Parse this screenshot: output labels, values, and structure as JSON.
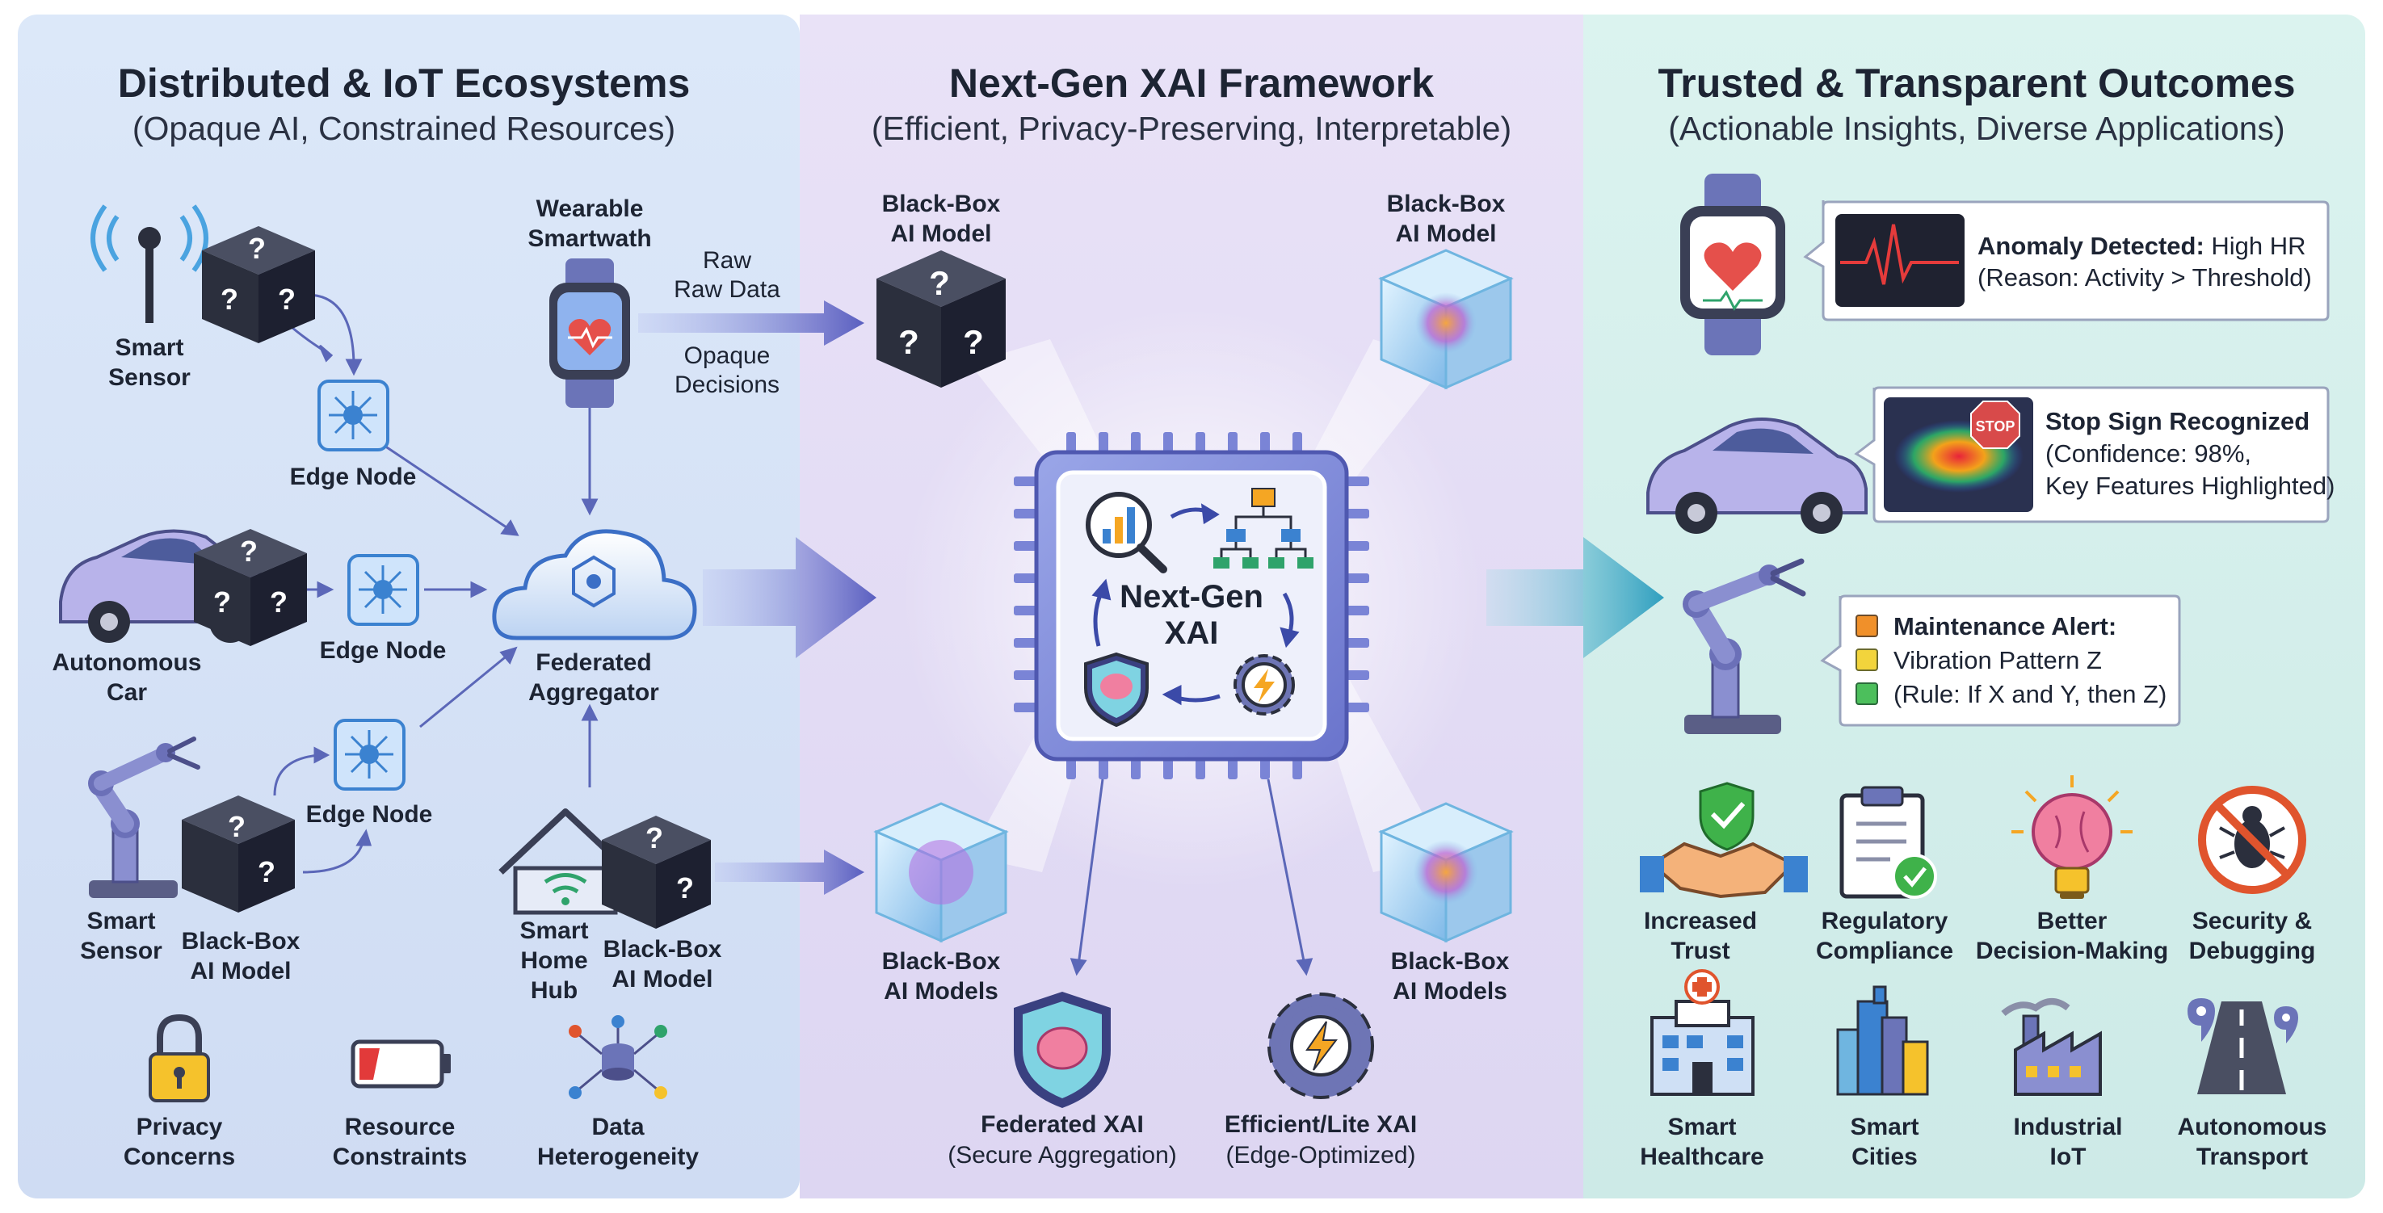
{
  "panels": {
    "left": {
      "title": "Distributed & IoT Ecosystems",
      "subtitle": "(Opaque AI, Constrained Resources)",
      "labels": {
        "smart_sensor_1": [
          "Smart",
          "Sensor"
        ],
        "edge_node_1": "Edge Node",
        "wearable": [
          "Wearable",
          "Smartwath"
        ],
        "raw_data": [
          "Raw",
          "Raw Data"
        ],
        "opaque": [
          "Opaque",
          "Decisions"
        ],
        "autonomous_car": [
          "Autonomous",
          "Car"
        ],
        "edge_node_2": "Edge Node",
        "federated_aggregator": [
          "Federated",
          "Aggregator"
        ],
        "edge_node_3": "Edge Node",
        "smart_sensor_2": [
          "Smart",
          "Sensor"
        ],
        "blackbox_1": [
          "Black-Box",
          "AI Model"
        ],
        "smart_home_hub": [
          "Smart",
          "Home",
          "Hub"
        ],
        "blackbox_2": [
          "Black-Box",
          "AI Model"
        ]
      },
      "challenges": [
        {
          "icon": "lock-icon",
          "label": [
            "Privacy",
            "Concerns"
          ]
        },
        {
          "icon": "low-battery-icon",
          "label": [
            "Resource",
            "Constraints"
          ]
        },
        {
          "icon": "data-network-icon",
          "label": [
            "Data",
            "Heterogeneity"
          ]
        }
      ]
    },
    "center": {
      "title": "Next-Gen XAI Framework",
      "subtitle": "(Efficient, Privacy-Preserving, Interpretable)",
      "labels": {
        "bb_tl": [
          "Black-Box",
          "AI Model"
        ],
        "bb_tr": [
          "Black-Box",
          "AI Model"
        ],
        "bb_bl": [
          "Black-Box",
          "AI Models"
        ],
        "bb_br": [
          "Black-Box",
          "AI Models"
        ],
        "chip": [
          "Next-Gen",
          "XAI"
        ],
        "federated_xai": [
          "Federated XAI",
          "(Secure Aggregation)"
        ],
        "efficient_xai": [
          "Efficient/Lite XAI",
          "(Edge-Optimized)"
        ]
      }
    },
    "right": {
      "title": "Trusted & Transparent Outcomes",
      "subtitle": "(Actionable Insights, Diverse Applications)",
      "callouts": {
        "anomaly": {
          "bold": "Anomaly Detected:",
          "rest": " High HR",
          "line2": "(Reason: Activity > Threshold)"
        },
        "stop": {
          "bold": "Stop Sign Recognized",
          "line2": "(Confidence: 98%,",
          "line3": "Key Features Highlighted)",
          "sign_text": "STOP"
        },
        "maintenance": {
          "bold": "Maintenance Alert:",
          "line2": "Vibration Pattern Z",
          "line3": "(Rule: If X and Y, then Z)"
        }
      },
      "benefits": [
        {
          "icon": "handshake-shield-icon",
          "label": [
            "Increased",
            "Trust"
          ]
        },
        {
          "icon": "clipboard-check-icon",
          "label": [
            "Regulatory",
            "Compliance"
          ]
        },
        {
          "icon": "brain-bulb-icon",
          "label": [
            "Better",
            "Decision-Making"
          ]
        },
        {
          "icon": "no-bug-icon",
          "label": [
            "Security &",
            "Debugging"
          ]
        }
      ],
      "applications": [
        {
          "icon": "hospital-icon",
          "label": [
            "Smart",
            "Healthcare"
          ]
        },
        {
          "icon": "city-icon",
          "label": [
            "Smart",
            "Cities"
          ]
        },
        {
          "icon": "factory-icon",
          "label": [
            "Industrial",
            "IoT"
          ]
        },
        {
          "icon": "road-icon",
          "label": [
            "Autonomous",
            "Transport"
          ]
        }
      ]
    }
  },
  "colors": {
    "left_bg": "#d9e6f8",
    "center_bg": "#e6e0f6",
    "right_bg": "#d9f1ee",
    "cube": "#2b2f3d",
    "arrow_purple": "#6e73c9",
    "arrow_teal": "#3aa7c2"
  }
}
